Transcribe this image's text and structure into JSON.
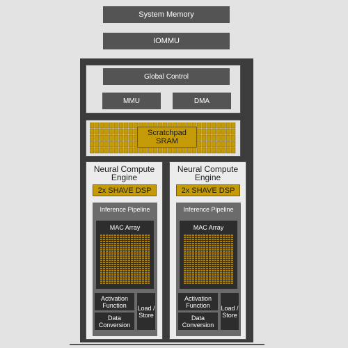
{
  "blocks": {
    "system_memory": "System Memory",
    "iommu": "IOMMU",
    "global_control": "Global Control",
    "mmu": "MMU",
    "dma": "DMA",
    "scratchpad": [
      "Scratchpad",
      "SRAM"
    ]
  },
  "engines": [
    {
      "title": [
        "Neural Compute",
        "Engine"
      ],
      "shave": "2x SHAVE DSP",
      "pipeline": "Inference Pipeline",
      "mac": "MAC Array",
      "activation": [
        "Activation",
        "Function"
      ],
      "data_conversion": [
        "Data",
        "Conversion"
      ],
      "load_store": [
        "Load /",
        "Store"
      ]
    },
    {
      "title": [
        "Neural Compute",
        "Engine"
      ],
      "shave": "2x SHAVE DSP",
      "pipeline": "Inference Pipeline",
      "mac": "MAC Array",
      "activation": [
        "Activation",
        "Function"
      ],
      "data_conversion": [
        "Data",
        "Conversion"
      ],
      "load_store": [
        "Load /",
        "Store"
      ]
    }
  ],
  "colors": {
    "block": "#545454",
    "chip": "#3c3c3c",
    "accent": "#c49a07",
    "background": "#e3e3e3"
  }
}
